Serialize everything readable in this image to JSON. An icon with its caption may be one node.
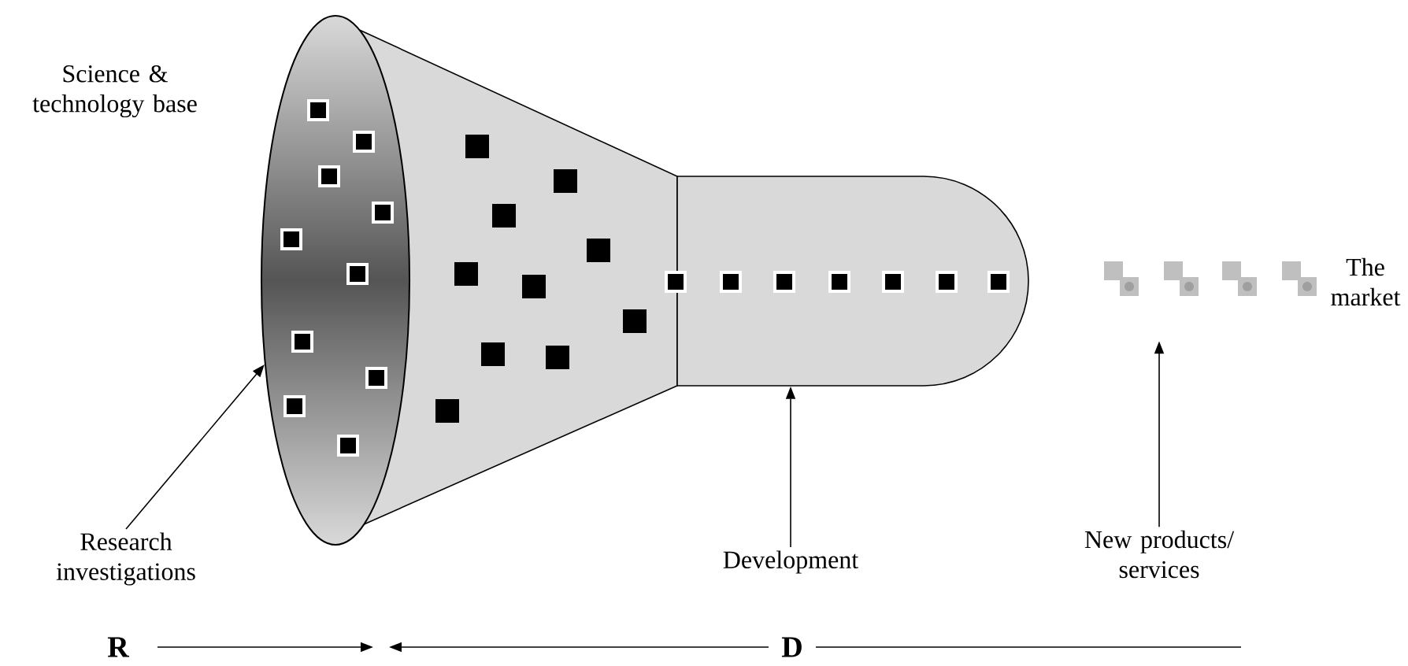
{
  "diagram": {
    "nodes": [
      {
        "text": [
          "Research investigations"
        ]
      },
      {
        "text": [],
        "shape": "ellipse"
      },
      {
        "text": [
          "Development"
        ]
      },
      {
        "text": [],
        "shape": "cylinder"
      },
      {
        "text": [
          "New products/ services"
        ]
      }
    ],
    "edges": [
      {
        "from": 0,
        "to": 1,
        "arrow": "to"
      },
      {
        "from": 2,
        "to": 3,
        "arrow": "to"
      },
      {
        "from": 4,
        "to": null,
        "arrow": "to"
      }
    ],
    "labels": [
      "Science & technology base",
      "The market",
      "R",
      "D"
    ]
  }
}
